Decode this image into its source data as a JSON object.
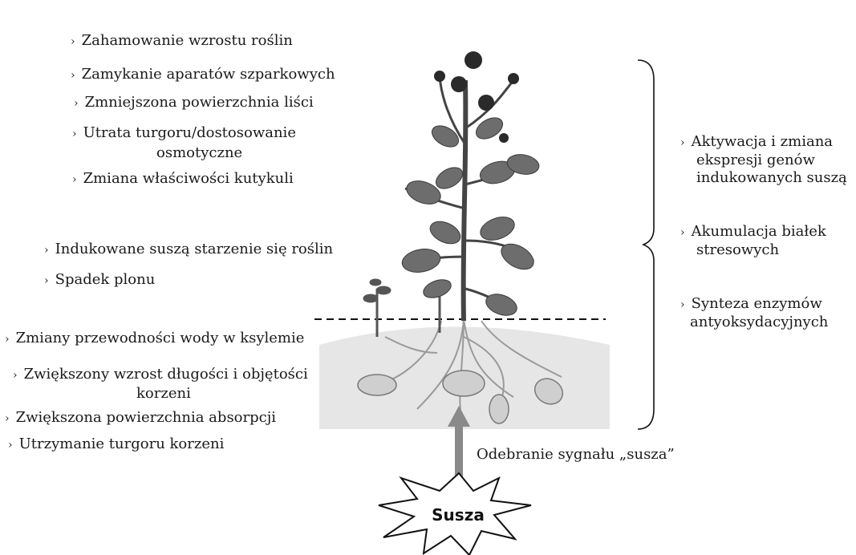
{
  "top_left_effects": [
    "Zahamowanie  wzrostu roślin",
    "Zamykanie  aparatów  szparkowych",
    "Zmniejszona  powierzchnia  liści",
    "Utrata  turgoru/dostosowanie",
    "Zmiana  właściwości  kutykuli"
  ],
  "top_left_continuation": "osmotyczne",
  "middle_left_effects": [
    "Indukowane  suszą starzenie się roślin",
    "Spadek  plonu"
  ],
  "root_effects": [
    "Zmiany  przewodności  wody  w  ksylemie",
    "Zwiększony  wzrost  długości  i  objętości",
    "Zwiększona  powierzchnia  absorpcji",
    "Utrzymanie  turgoru  korzeni"
  ],
  "root_continuation": "korzeni",
  "molecular_responses": [
    {
      "line1": "Aktywacja  i zmiana",
      "line2": "ekspresji  genów",
      "line3": "indukowanych  suszą"
    },
    {
      "line1": "Akumulacja  białek",
      "line2": "stresowych"
    },
    {
      "line1": "Synteza  enzymów",
      "line2": "antyoksydacyjnych"
    }
  ],
  "bullet": "›",
  "signal_label": "Odebranie sygnału „susza”",
  "stress_label": "Susza",
  "colors": {
    "text": "#1a1a1a",
    "soil": "#e9e9e9",
    "arrow": "#8a8a8a",
    "plant": "#555555"
  }
}
